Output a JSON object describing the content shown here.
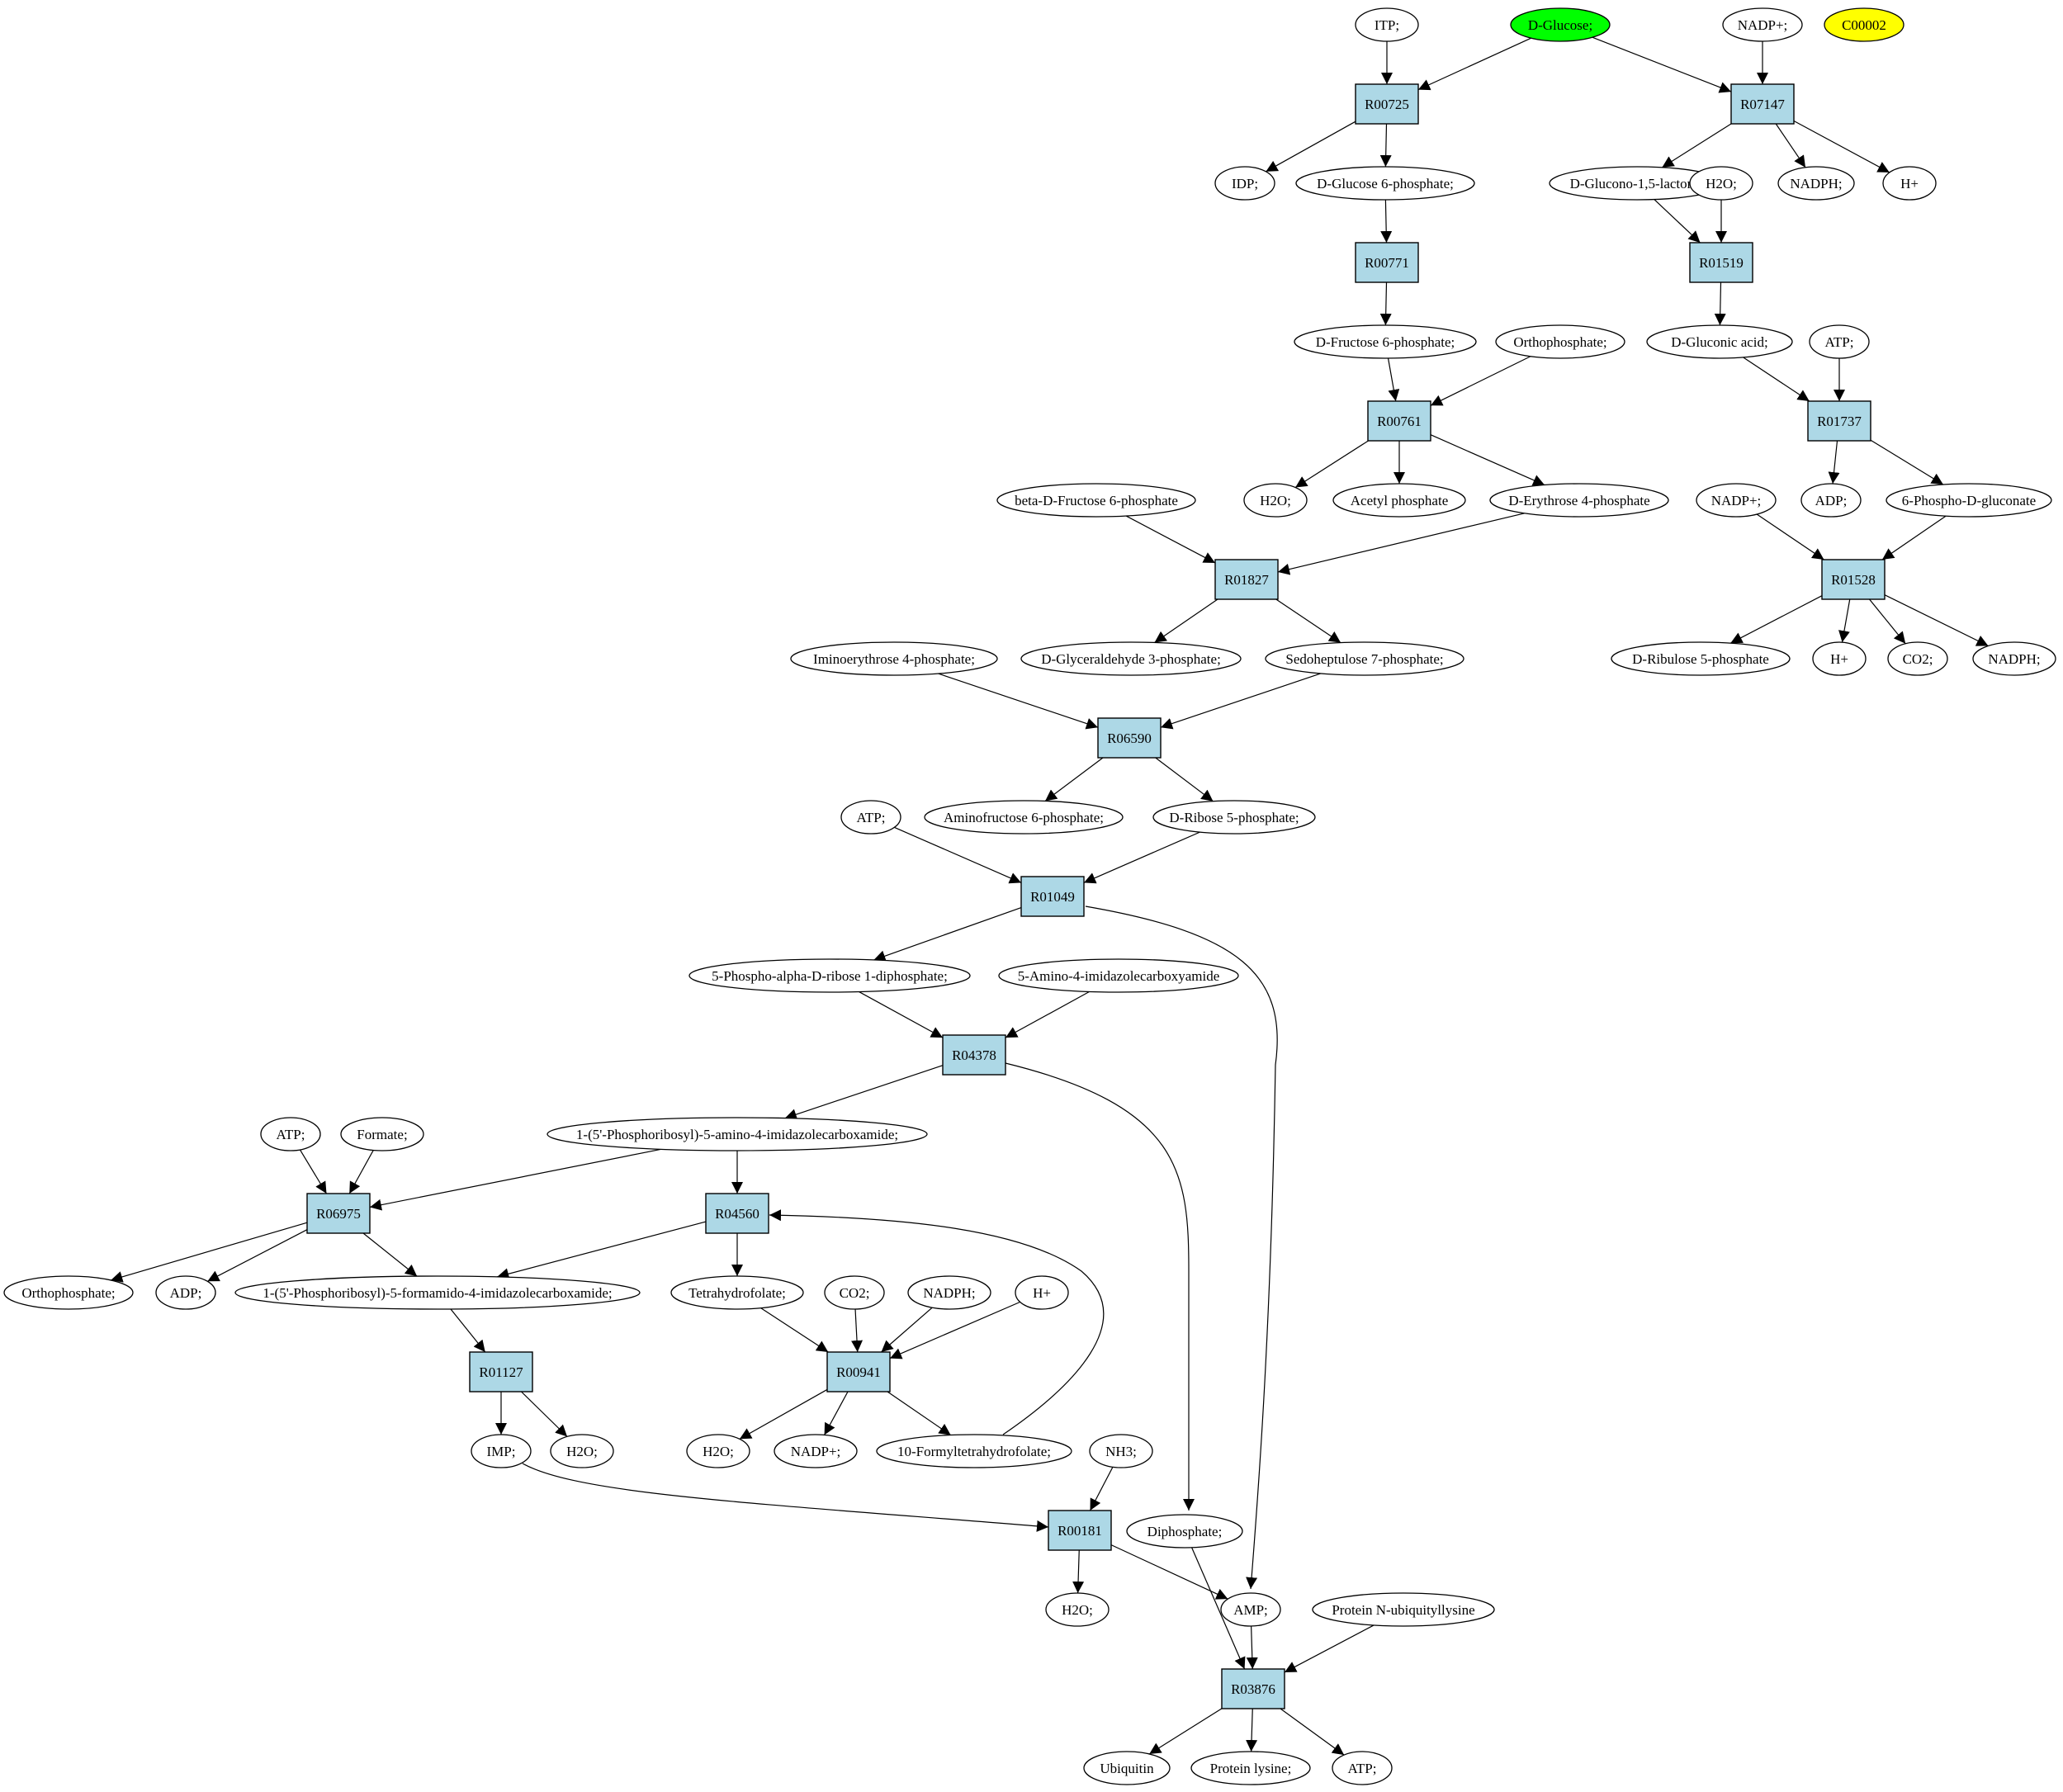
{
  "compounds": {
    "itp": "ITP;",
    "glucose": "D-Glucose;",
    "nadp_top": "NADP+;",
    "c00002": "C00002",
    "idp": "IDP;",
    "g6p": "D-Glucose 6-phosphate;",
    "glucono": "D-Glucono-1,5-lactone;",
    "h2o_top": "H2O;",
    "nadph_top": "NADPH;",
    "h_top": "H+",
    "f6p": "D-Fructose 6-phosphate;",
    "orthophosphate_top": "Orthophosphate;",
    "gluconic": "D-Gluconic acid;",
    "atp_top": "ATP;",
    "beta_f6p": "beta-D-Fructose 6-phosphate",
    "h2o_r761": "H2O;",
    "acetylp": "Acetyl phosphate",
    "e4p": "D-Erythrose 4-phosphate",
    "nadp_r1528": "NADP+;",
    "adp_r1737": "ADP;",
    "pgluconate": "6-Phospho-D-gluconate",
    "iminoe4p": "Iminoerythrose 4-phosphate;",
    "gap": "D-Glyceraldehyde 3-phosphate;",
    "s7p": "Sedoheptulose 7-phosphate;",
    "ru5p": "D-Ribulose 5-phosphate",
    "h_r1528": "H+",
    "co2_r1528": "CO2;",
    "nadph_r1528": "NADPH;",
    "atp_r1049": "ATP;",
    "aminof6p": "Aminofructose 6-phosphate;",
    "r5p": "D-Ribose 5-phosphate;",
    "prpp": "5-Phospho-alpha-D-ribose 1-diphosphate;",
    "aica": "5-Amino-4-imidazolecarboxyamide",
    "atp_r6975": "ATP;",
    "formate": "Formate;",
    "aicar": "1-(5'-Phosphoribosyl)-5-amino-4-imidazolecarboxamide;",
    "orthophosphate_low": "Orthophosphate;",
    "adp_low": "ADP;",
    "faicar": "1-(5'-Phosphoribosyl)-5-formamido-4-imidazolecarboxamide;",
    "thf": "Tetrahydrofolate;",
    "co2_r941": "CO2;",
    "nadph_r941": "NADPH;",
    "h_r941": "H+",
    "imp": "IMP;",
    "h2o_r1127": "H2O;",
    "h2o_r941": "H2O;",
    "nadp_r941": "NADP+;",
    "formylthf": "10-Formyltetrahydrofolate;",
    "nh3": "NH3;",
    "diphosphate": "Diphosphate;",
    "h2o_r181": "H2O;",
    "amp": "AMP;",
    "ubiqlys": "Protein N-ubiquityllysine",
    "ubiquitin": "Ubiquitin",
    "lysine": "Protein lysine;",
    "atp_bottom": "ATP;"
  },
  "reactions": {
    "R00725": "R00725",
    "R07147": "R07147",
    "R00771": "R00771",
    "R01519": "R01519",
    "R00761": "R00761",
    "R01737": "R01737",
    "R01827": "R01827",
    "R01528": "R01528",
    "R06590": "R06590",
    "R01049": "R01049",
    "R04378": "R04378",
    "R06975": "R06975",
    "R04560": "R04560",
    "R01127": "R01127",
    "R00941": "R00941",
    "R00181": "R00181",
    "R03876": "R03876"
  },
  "colors": {
    "reaction_fill": "#add8e6",
    "highlight_source": "#00ff00",
    "highlight_target": "#ffff00",
    "compound_fill": "#ffffff"
  }
}
